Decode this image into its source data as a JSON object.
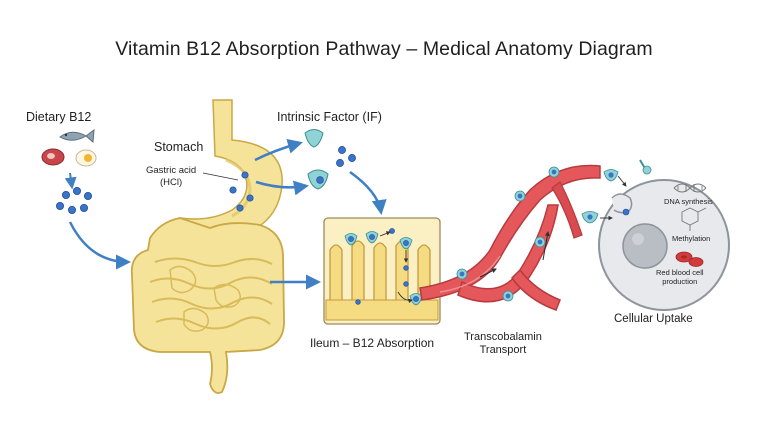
{
  "title": "Vitamin B12 Absorption Pathway – Medical Anatomy Diagram",
  "labels": {
    "dietary_b12": "Dietary B12",
    "stomach": "Stomach",
    "gastric_acid_line1": "Gastric acid",
    "gastric_acid_line2": "(HCl)",
    "intrinsic_factor": "Intrinsic Factor (IF)",
    "ileum": "Ileum – B12 Absorption",
    "transcobalamin_line1": "Transcobalamin",
    "transcobalamin_line2": "Transport",
    "cellular_uptake": "Cellular Uptake",
    "dna_synthesis": "DNA synthesis",
    "methylation": "Methylation",
    "rbc_line1": "Red blood cell",
    "rbc_line2": "production"
  },
  "colors": {
    "b12_molecule": "#3b73c8",
    "intrinsic_factor": "#8fd3d6",
    "intestine_fill": "#f6e39a",
    "intestine_outline": "#c9a845",
    "blood_vessel": "#e4585c",
    "vessel_dark": "#b83a3f",
    "flow_arrow": "#3f7fc4",
    "cell_fill": "#e7e9ec",
    "nucleus": "#b9bdc4",
    "rbc": "#d23b3b"
  },
  "icons": [
    "meat-icon",
    "fish-icon",
    "egg-icon",
    "dna-helix-icon",
    "molecule-structure-icon",
    "red-blood-cell-icon"
  ]
}
